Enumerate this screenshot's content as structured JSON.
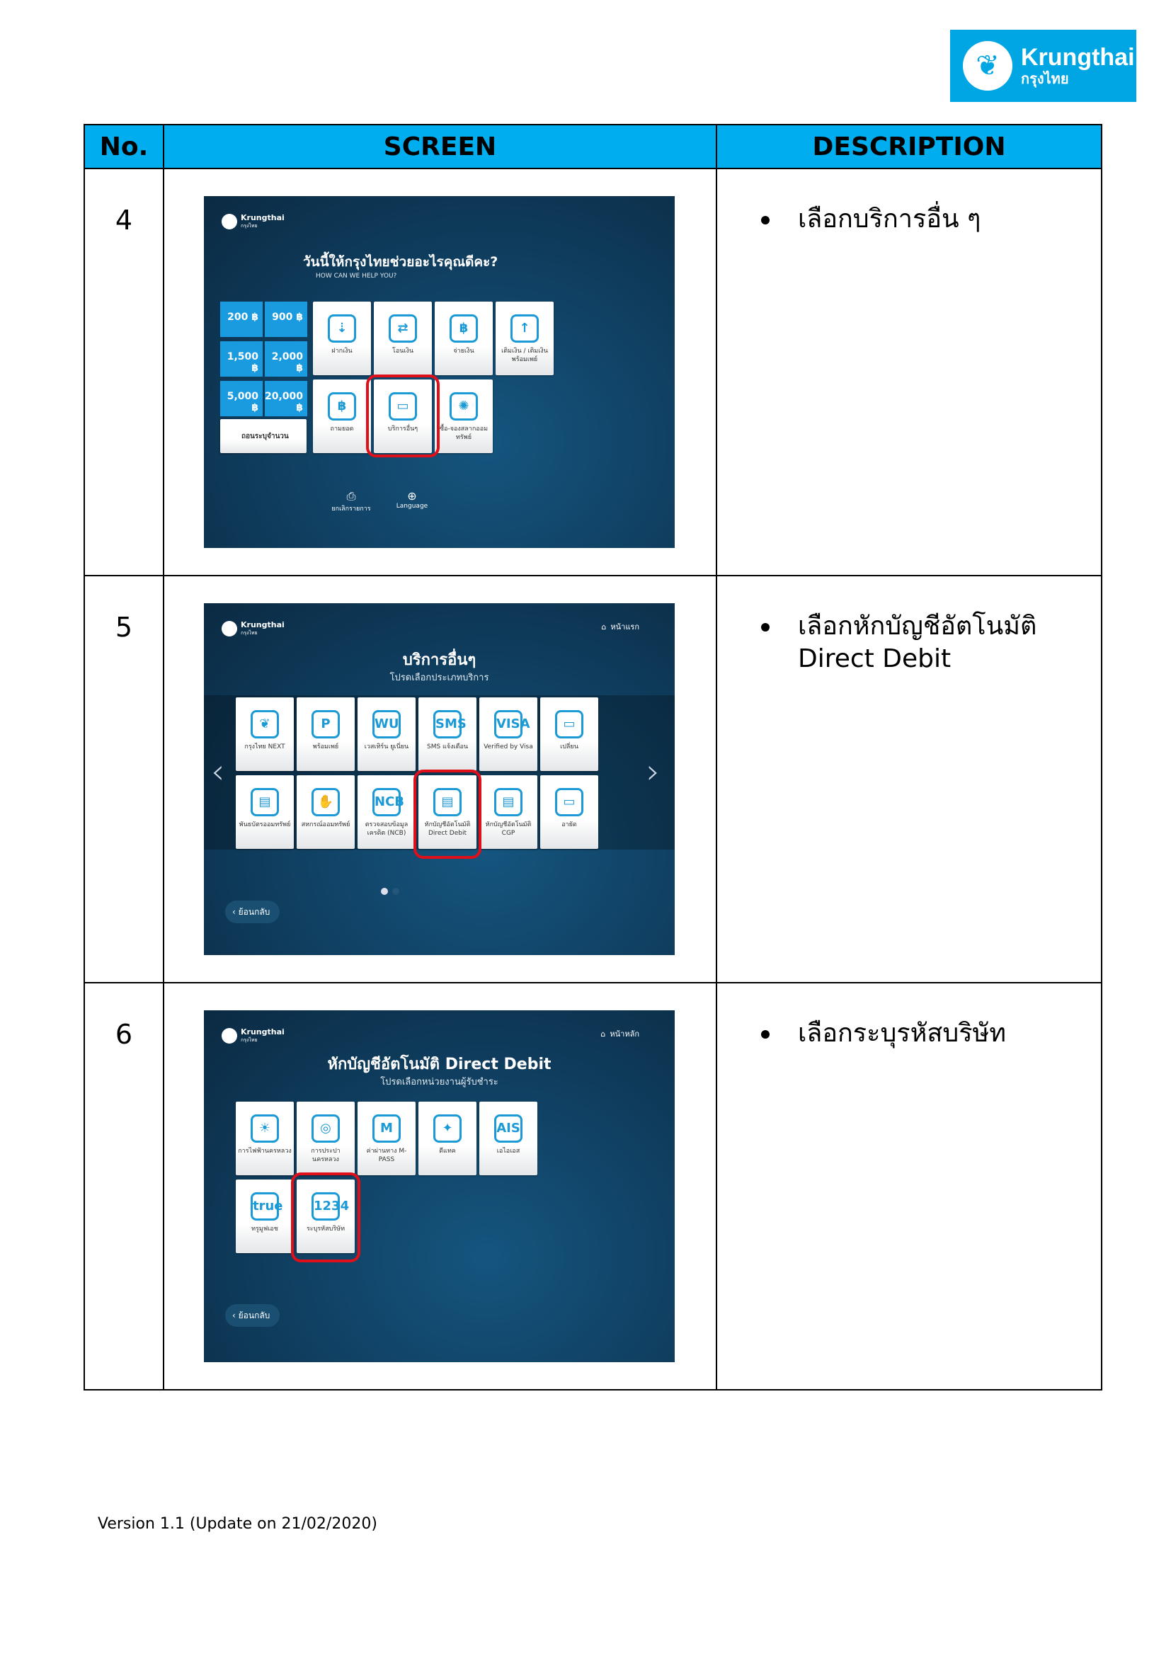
{
  "logo": {
    "name": "Krungthai",
    "thai": "กรุงไทย"
  },
  "table": {
    "headers": [
      "No.",
      "SCREEN",
      "DESCRIPTION"
    ],
    "rows": [
      {
        "no": "4",
        "description": "เลือกบริการอื่น ๆ"
      },
      {
        "no": "5",
        "description_line1": "เลือกหักบัญชีอัตโนมัติ",
        "description_line2": "Direct Debit"
      },
      {
        "no": "6",
        "description": "เลือกระบุรหัสบริษัท"
      }
    ]
  },
  "screen4": {
    "brand": "Krungthai",
    "brand_thai": "กรุงไทย",
    "title": "วันนี้ให้กรุงไทยช่วยอะไรคุณดีคะ?",
    "subtitle": "HOW CAN WE HELP YOU?",
    "amounts": [
      "200 ฿",
      "900 ฿",
      "1,500 ฿",
      "2,000 ฿",
      "5,000 ฿",
      "20,000 ฿"
    ],
    "custom_withdraw": "ถอนระบุจำนวน",
    "tiles": [
      {
        "label": "ฝากเงิน",
        "icon": "deposit-icon"
      },
      {
        "label": "โอนเงิน",
        "icon": "transfer-icon"
      },
      {
        "label": "จ่ายเงิน",
        "icon": "pay-icon"
      },
      {
        "label": "เติมเงิน / เติมเงินพร้อมเพย์",
        "icon": "topup-icon"
      },
      {
        "label": "ถามยอด",
        "icon": "balance-icon"
      },
      {
        "label": "บริการอื่นๆ",
        "icon": "other-services-icon"
      },
      {
        "label": "ซื้อ-จองสลากออมทรัพย์",
        "icon": "lottery-icon"
      }
    ],
    "cancel": "ยกเลิกรายการ",
    "language": "Language"
  },
  "screen5": {
    "home": "หน้าแรก",
    "title": "บริการอื่นๆ",
    "subtitle": "โปรดเลือกประเภทบริการ",
    "tiles": [
      {
        "label": "กรุงไทย NEXT"
      },
      {
        "label": "พร้อมเพย์"
      },
      {
        "label": "เวสเทิร์น ยูเนี่ยน"
      },
      {
        "label": "SMS แจ้งเตือน"
      },
      {
        "label": "Verified by Visa"
      },
      {
        "label": "เปลี่ยน"
      },
      {
        "label": "พันธบัตรออมทรัพย์"
      },
      {
        "label": "สหกรณ์ออมทรัพย์"
      },
      {
        "label": "ตรวจสอบข้อมูลเครดิต (NCB)"
      },
      {
        "label": "หักบัญชีอัตโนมัติ Direct Debit"
      },
      {
        "label": "หักบัญชีอัตโนมัติ CGP"
      },
      {
        "label": "อายัด"
      }
    ],
    "back": "ย้อนกลับ"
  },
  "screen6": {
    "home": "หน้าหลัก",
    "title": "หักบัญชีอัตโนมัติ Direct Debit",
    "subtitle": "โปรดเลือกหน่วยงานผู้รับชำระ",
    "tiles": [
      {
        "label": "การไฟฟ้านครหลวง"
      },
      {
        "label": "การประปานครหลวง"
      },
      {
        "label": "ค่าผ่านทาง M-PASS"
      },
      {
        "label": "ดีแทค"
      },
      {
        "label": "เอไอเอส"
      },
      {
        "label": "ทรูมูฟเอช"
      },
      {
        "label": "ระบุรหัสบริษัท"
      }
    ],
    "back": "ย้อนกลับ"
  },
  "footer": "Version 1.1 (Update on 21/02/2020)",
  "colors": {
    "header": "#00aeef",
    "highlight": "#e0101b",
    "tile_icon": "#1b9ad6"
  }
}
